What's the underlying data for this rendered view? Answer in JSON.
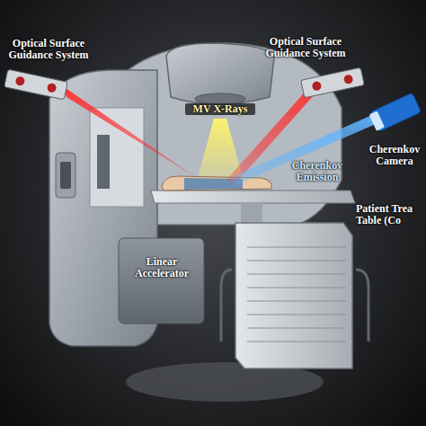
{
  "diagram": {
    "labels": [
      "Optical Surface Guidance System",
      "Optical Surface Guidance System",
      "MV X-Rays",
      "Cherenkov Camera",
      "Cherenkov Emission",
      "Patient Trea Table (Co",
      "Linear Accelerator"
    ]
  }
}
